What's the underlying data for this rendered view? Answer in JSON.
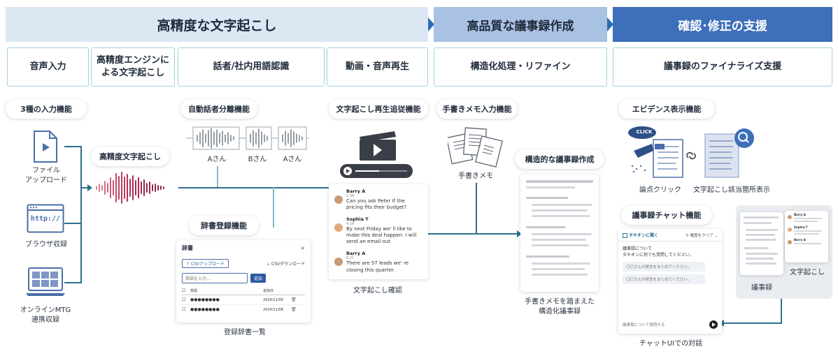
{
  "banners": {
    "b1": "高精度な文字起こし",
    "b2": "高品質な議事録作成",
    "b3": "確認･修正の支援"
  },
  "features": {
    "f1": "音声入力",
    "f2_l1": "高精度エンジンに",
    "f2_l2": "よる文字起こし",
    "f3": "話者/社内用語認識",
    "f4": "動画・音声再生",
    "f5": "構造化処理・リファイン",
    "f6": "議事録のファイナライズ支援"
  },
  "pills": {
    "input3": "3種の入力機能",
    "hq_transcribe": "高精度文字起こし",
    "speaker_sep": "自動話者分離機能",
    "dict_reg": "辞書登録機能",
    "playback_follow": "文字起こし再生追従機能",
    "handwritten_memo": "手書きメモ入力機能",
    "structured_minutes": "構造的な議事録作成",
    "evidence": "エビデンス表示機能",
    "minutes_chat": "議事録チャット機能"
  },
  "inputs": {
    "file_l1": "ファイル",
    "file_l2": "アップロード",
    "browser": "ブラウザ収録",
    "online_l1": "オンラインMTG",
    "online_l2": "連携収録",
    "http_text": "http://"
  },
  "speakers": [
    "Aさん",
    "Bさん",
    "Aさん"
  ],
  "dictionary": {
    "title": "辞書",
    "close": "×",
    "csv_upload": "CSVアップロード",
    "csv_download": "CSVダウンロード",
    "input_placeholder": "単語を入力...",
    "add_button": "追加",
    "col_word": "単語",
    "col_date": "追加日",
    "rows": [
      {
        "word": "●●●●●●●●",
        "date": "2024/11/08"
      },
      {
        "word": "●●●●●●●●",
        "date": "2024/11/08"
      }
    ],
    "caption": "登録辞書一覧"
  },
  "chat": {
    "messages": [
      {
        "name": "Barry A",
        "time": "2:36",
        "text": "Can you ask Peter if the pricing fits their budget?"
      },
      {
        "name": "Sophia T",
        "time": "4:16",
        "text": "By next Friday we' ll like to make this deal happen. I will send an email out"
      },
      {
        "name": "Barry A",
        "time": "6:21",
        "text": "There are 57 leads we' re closing this quarter."
      }
    ],
    "caption": "文字起こし確認"
  },
  "memo_caption": "手書きメモ",
  "minutes_caption_l1": "手書きメモを踏まえた",
  "minutes_caption_l2": "構造化議事録",
  "evidence": {
    "click_label": "CLICK",
    "caption_left": "論点クリック",
    "caption_right": "文字起こし該当箇所表示"
  },
  "chatui": {
    "brand": "タキオンに聞く",
    "clear": "履歴をクリア",
    "intro_l1": "議事録について",
    "intro_l2": "タキオンに何でも質問してください。",
    "suggest1": "〇〇さんの発言をまとめてください。",
    "suggest2": "〇〇さんの発言をまとめてください。",
    "input_placeholder": "議事録について質問する",
    "caption": "チャットUIでの対話"
  },
  "right_panel": {
    "minutes_label": "議事録",
    "transcript_label": "文字起こし",
    "names": [
      "Barry A",
      "Sophia T",
      "Barry A"
    ]
  },
  "colors": {
    "banner1": "#dde7f4",
    "banner2": "#a9c1e3",
    "banner3": "#3e6fba",
    "feature_border": "#9fd3dc",
    "flow_line": "#2b6f8f",
    "icon_blue": "#4a6fa8"
  }
}
